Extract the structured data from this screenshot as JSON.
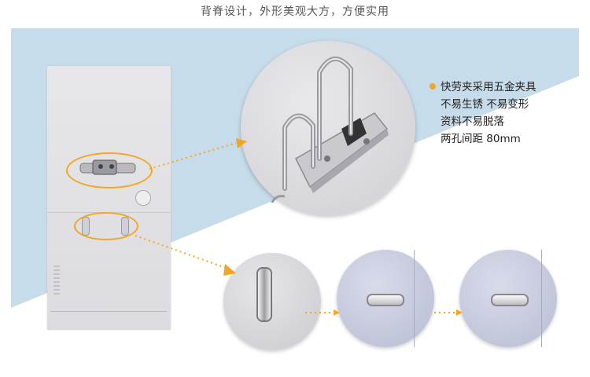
{
  "headline": "背脊设计，外形美观大方，方便实用",
  "features": {
    "lines": [
      "快劳夹采用五金夹具",
      "不易生锈  不易变形",
      "资料不易脱落",
      "两孔间距  80mm"
    ]
  },
  "colors": {
    "accent": "#f3a623",
    "panel_blue": "#c7dceb"
  },
  "icons": [
    "bullet-dot-icon",
    "arrow-right-icon"
  ]
}
